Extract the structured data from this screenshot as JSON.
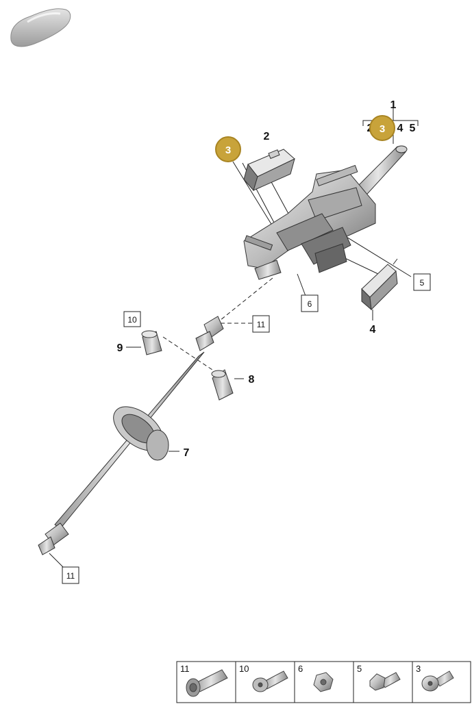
{
  "labels": {
    "p1": "1",
    "p2": "2",
    "p4": "4",
    "p7": "7",
    "p8": "8",
    "p9": "9",
    "b5": "5",
    "b6": "6",
    "b10": "10",
    "b11a": "11",
    "b11b": "11",
    "bracket": [
      "2",
      "4",
      "5"
    ]
  },
  "callouts": {
    "top": "3",
    "left": "3"
  },
  "legend": {
    "cells": [
      {
        "label": "11",
        "icon": "screw-with-collar-icon"
      },
      {
        "label": "10",
        "icon": "flange-bolt-icon"
      },
      {
        "label": "6",
        "icon": "hex-nut-icon"
      },
      {
        "label": "5",
        "icon": "short-bolt-icon"
      },
      {
        "label": "3",
        "icon": "round-head-bolt-icon"
      }
    ]
  },
  "colors": {
    "callout_fill": "#c8a33a",
    "callout_ring": "#a88422",
    "part_light": "#d8d8d8",
    "part_dark": "#7a7a7a"
  }
}
